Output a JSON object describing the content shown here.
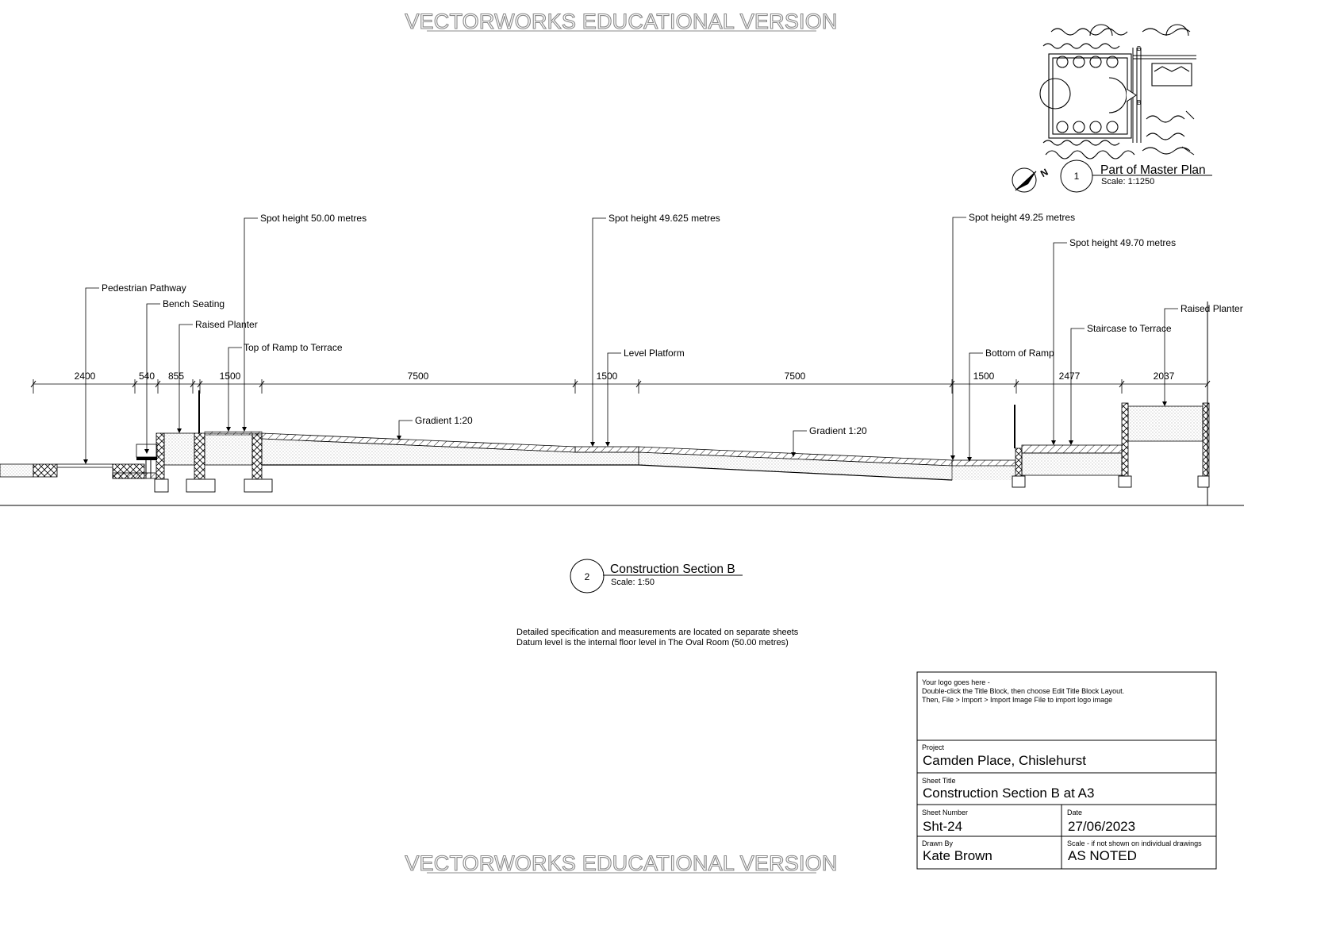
{
  "watermark": {
    "text": "VECTORWORKS EDUCATIONAL VERSION"
  },
  "master_plan": {
    "number": "1",
    "title": "Part of Master Plan",
    "scale": "Scale: 1:1250",
    "section_marks": [
      "B",
      "B"
    ],
    "north_icon": "north-arrow-icon"
  },
  "section": {
    "number": "2",
    "title": "Construction Section B",
    "scale": "Scale: 1:50",
    "callouts": [
      "Spot height 50.00 metres",
      "Spot height 49.625 metres",
      "Spot height 49.25 metres",
      "Spot height 49.70 metres",
      "Pedestrian Pathway",
      "Bench Seating",
      "Raised Planter",
      "Top of Ramp to Terrace",
      "Level Platform",
      "Bottom of Ramp",
      "Staircase to Terrace",
      "Raised Planter",
      "Gradient 1:20",
      "Gradient 1:20"
    ],
    "dimensions": [
      "2400",
      "540",
      "855",
      "1500",
      "7500",
      "1500",
      "7500",
      "1500",
      "2477",
      "2037"
    ]
  },
  "notes": [
    "Detailed specification and measurements are located on separate sheets",
    "Datum level is the internal floor level in The Oval Room (50.00 metres)"
  ],
  "title_block": {
    "logo_text": [
      "Your logo goes here -",
      "Double-click the Title Block, then choose Edit Title Block Layout.",
      "Then, File > Import > Import Image File to import logo image"
    ],
    "project_label": "Project",
    "project": "Camden Place, Chislehurst",
    "sheet_title_label": "Sheet Title",
    "sheet_title": "Construction Section B at A3",
    "sheet_number_label": "Sheet Number",
    "sheet_number": "Sht-24",
    "date_label": "Date",
    "date": "27/06/2023",
    "drawn_by_label": "Drawn By",
    "drawn_by": "Kate Brown",
    "scale_label": "Scale - if not shown on individual drawings",
    "scale": "AS NOTED"
  }
}
